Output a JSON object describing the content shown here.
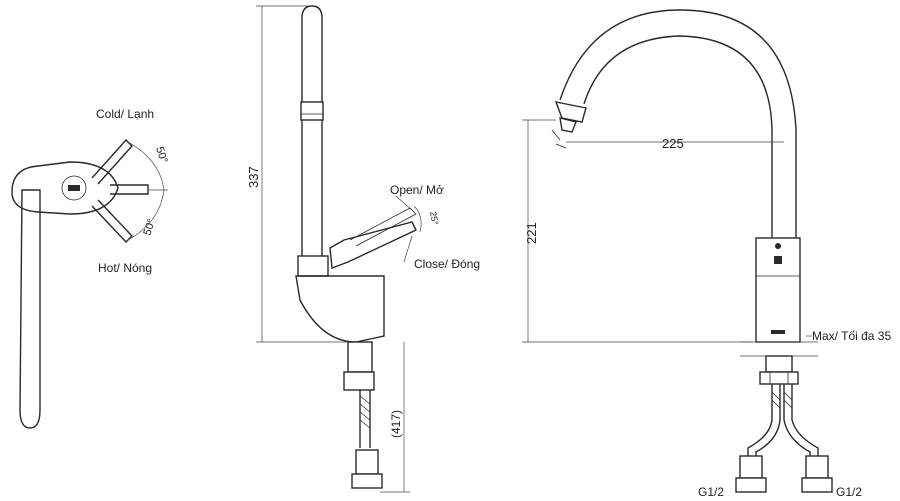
{
  "top_view": {
    "cold_label": "Cold/ Lạnh",
    "hot_label": "Hot/ Nóng",
    "angle_upper": "50°",
    "angle_lower": "50°"
  },
  "side_view": {
    "height_label": "337",
    "open_label": "Open/ Mở",
    "close_label": "Close/ Đóng",
    "lever_angle": "25°",
    "hose_length_label": "(417)"
  },
  "front_view": {
    "reach_label": "225",
    "spout_height_label": "221",
    "max_deck_label": "Max/ Tối đa 35",
    "thread_left": "G1/2",
    "thread_right": "G1/2"
  }
}
